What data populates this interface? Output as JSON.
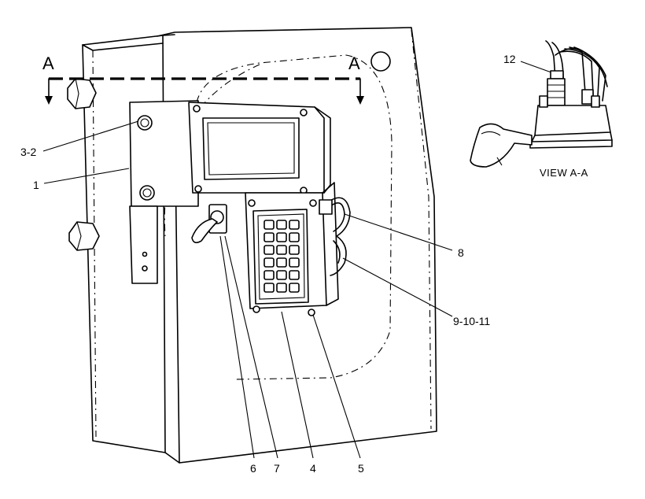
{
  "section_mark_left": "A",
  "section_mark_right": "A",
  "view_caption": "VIEW A-A",
  "callouts": {
    "c1": "1",
    "c3_2": "3-2",
    "c4": "4",
    "c5": "5",
    "c6": "6",
    "c7": "7",
    "c8": "8",
    "c9_10_11": "9-10-11",
    "c12": "12"
  }
}
